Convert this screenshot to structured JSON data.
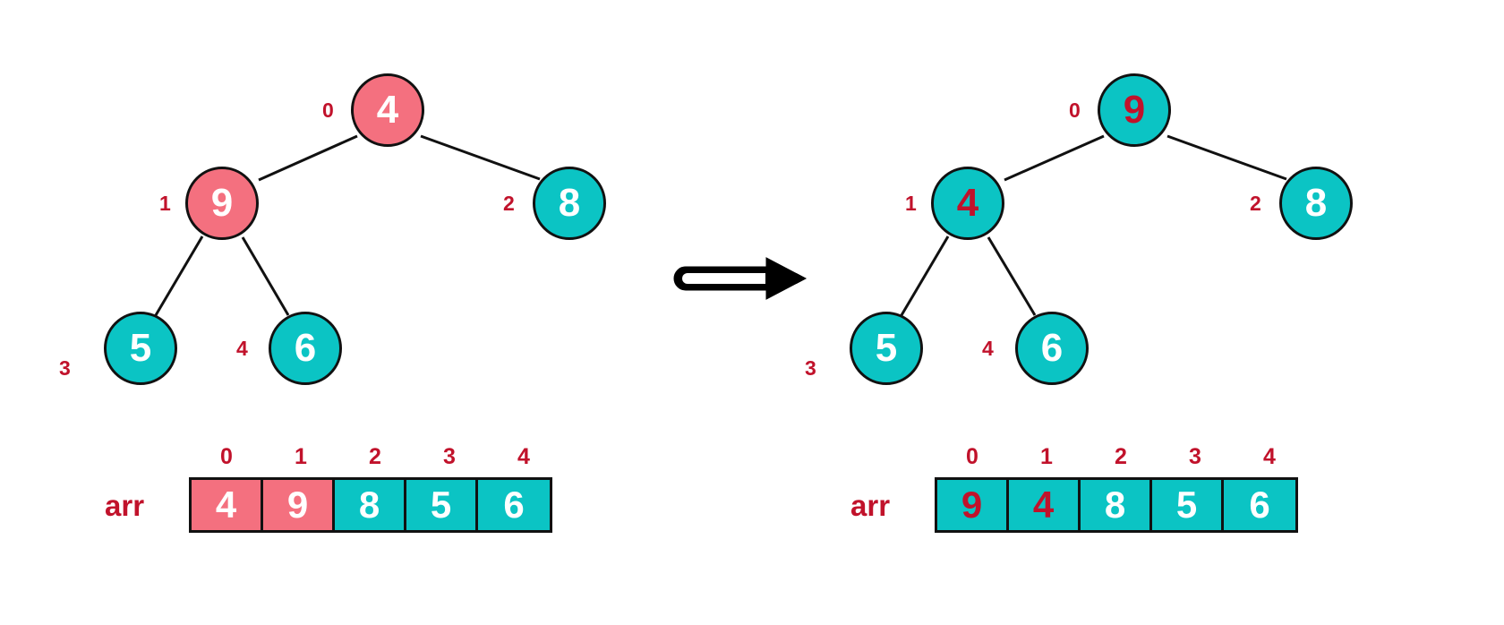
{
  "diagram": {
    "title": "Binary heap swap: root 4 swapped with child 9",
    "colors": {
      "pink": "#F4707F",
      "teal": "#0BC4C4",
      "red": "#C1122B",
      "white": "#FFFFFF",
      "outline": "#111111",
      "background": "#FFFFFF"
    },
    "arrow": {
      "name": "double-line-right-arrow",
      "direction": "right"
    }
  },
  "left_panel": {
    "name": "before-state",
    "tree": {
      "nodes": [
        {
          "index": "0",
          "value": "4",
          "fill": "pink",
          "text": "white"
        },
        {
          "index": "1",
          "value": "9",
          "fill": "pink",
          "text": "white"
        },
        {
          "index": "2",
          "value": "8",
          "fill": "teal",
          "text": "white"
        },
        {
          "index": "3",
          "value": "5",
          "fill": "teal",
          "text": "white"
        },
        {
          "index": "4",
          "value": "6",
          "fill": "teal",
          "text": "white"
        }
      ]
    },
    "array": {
      "label": "arr",
      "indices": [
        "0",
        "1",
        "2",
        "3",
        "4"
      ],
      "values": [
        "4",
        "9",
        "8",
        "5",
        "6"
      ],
      "fills": [
        "pink",
        "pink",
        "teal",
        "teal",
        "teal"
      ],
      "text_colors": [
        "white",
        "white",
        "white",
        "white",
        "white"
      ]
    }
  },
  "right_panel": {
    "name": "after-state",
    "tree": {
      "nodes": [
        {
          "index": "0",
          "value": "9",
          "fill": "teal",
          "text": "red"
        },
        {
          "index": "1",
          "value": "4",
          "fill": "teal",
          "text": "red"
        },
        {
          "index": "2",
          "value": "8",
          "fill": "teal",
          "text": "white"
        },
        {
          "index": "3",
          "value": "5",
          "fill": "teal",
          "text": "white"
        },
        {
          "index": "4",
          "value": "6",
          "fill": "teal",
          "text": "white"
        }
      ]
    },
    "array": {
      "label": "arr",
      "indices": [
        "0",
        "1",
        "2",
        "3",
        "4"
      ],
      "values": [
        "9",
        "4",
        "8",
        "5",
        "6"
      ],
      "fills": [
        "teal",
        "teal",
        "teal",
        "teal",
        "teal"
      ],
      "text_colors": [
        "red",
        "red",
        "white",
        "white",
        "white"
      ]
    }
  }
}
